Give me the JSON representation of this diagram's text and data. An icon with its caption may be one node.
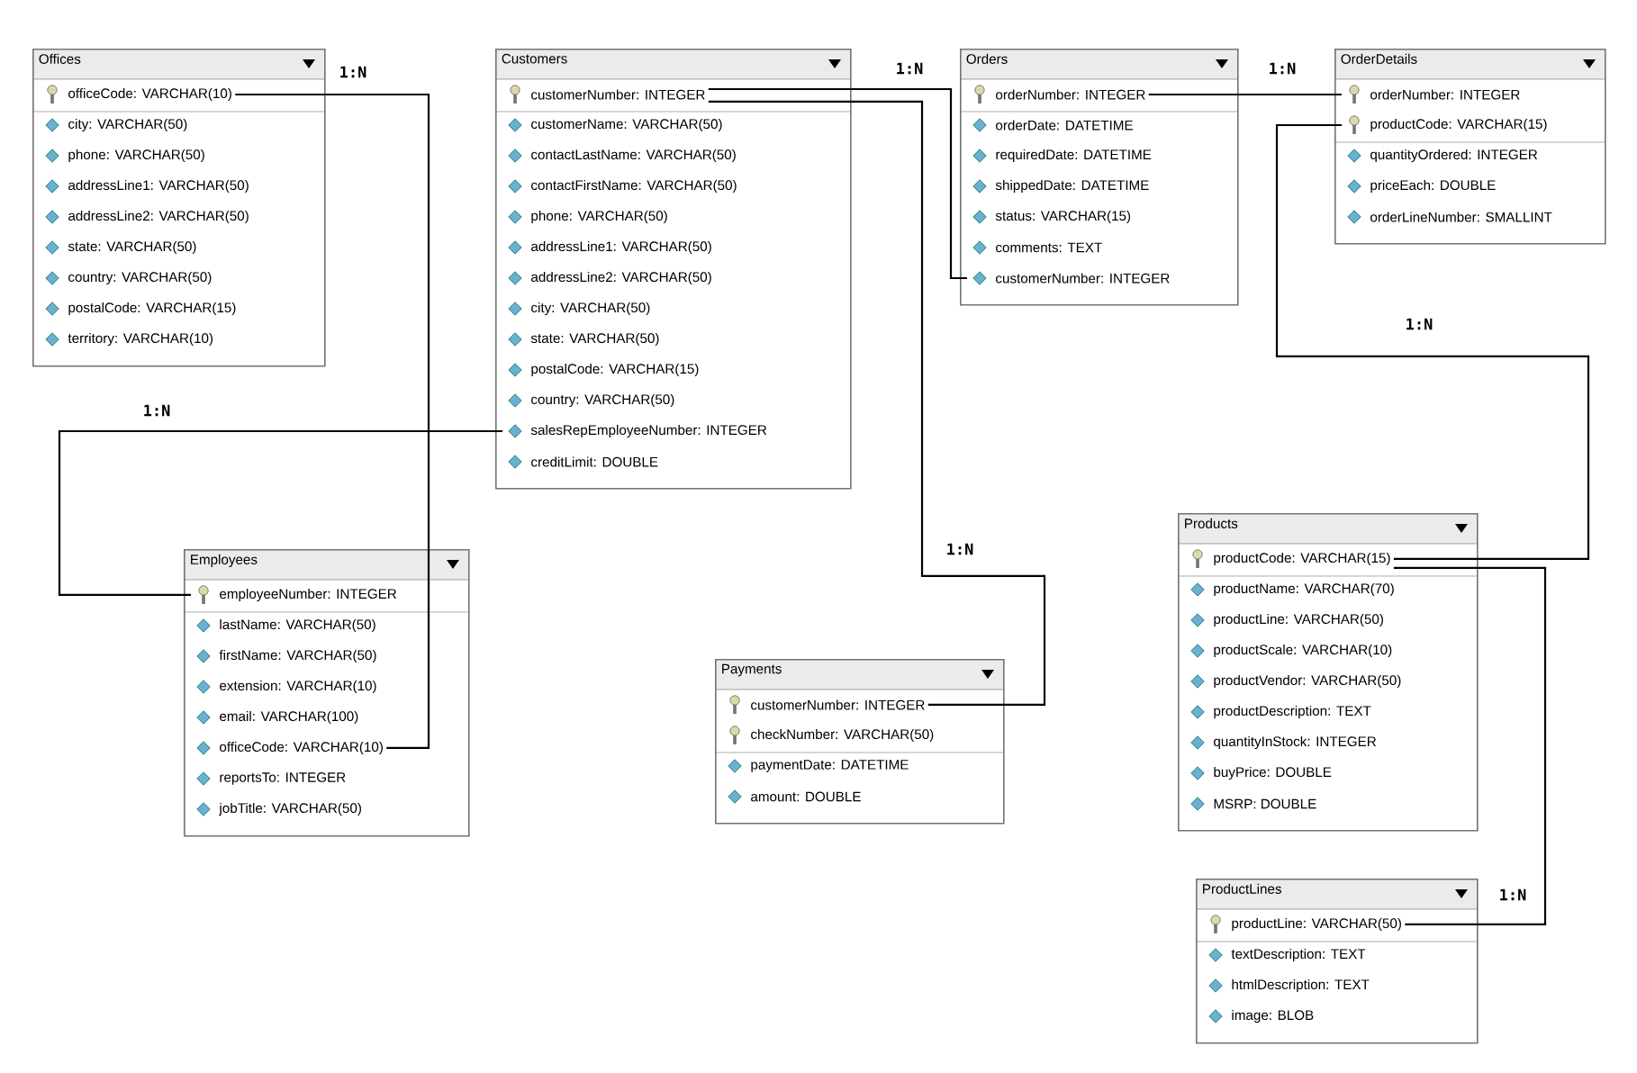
{
  "diagram": {
    "nodes": [
      {
        "text": [
          "Offices"
        ]
      },
      {
        "text": [
          "officeCode: VARCHAR(10)"
        ],
        "in": 0
      },
      {
        "text": [
          "city: VARCHAR(50)"
        ],
        "in": 0
      },
      {
        "text": [
          "phone: VARCHAR(50)"
        ],
        "in": 0
      },
      {
        "text": [
          "addressLine1: VARCHAR(50)"
        ],
        "in": 0
      },
      {
        "text": [
          "addressLine2: VARCHAR(50)"
        ],
        "in": 0
      },
      {
        "text": [
          "state: VARCHAR(50)"
        ],
        "in": 0
      },
      {
        "text": [
          "country: VARCHAR(50)"
        ],
        "in": 0
      },
      {
        "text": [
          "postalCode: VARCHAR(15)"
        ],
        "in": 0
      },
      {
        "text": [
          "territory: VARCHAR(10)"
        ],
        "in": 0
      },
      {
        "text": [
          "Customers"
        ]
      },
      {
        "text": [
          "customerNumber: INTEGER"
        ],
        "in": 10
      },
      {
        "text": [
          "customerName: VARCHAR(50)"
        ],
        "in": 10
      },
      {
        "text": [
          "contactLastName: VARCHAR(50)"
        ],
        "in": 10
      },
      {
        "text": [
          "contactFirstName: VARCHAR(50)"
        ],
        "in": 10
      },
      {
        "text": [
          "phone: VARCHAR(50)"
        ],
        "in": 10
      },
      {
        "text": [
          "addressLine1: VARCHAR(50)"
        ],
        "in": 10
      },
      {
        "text": [
          "addressLine2: VARCHAR(50)"
        ],
        "in": 10
      },
      {
        "text": [
          "city: VARCHAR(50)"
        ],
        "in": 10
      },
      {
        "text": [
          "state: VARCHAR(50)"
        ],
        "in": 10
      },
      {
        "text": [
          "postalCode: VARCHAR(15)"
        ],
        "in": 10
      },
      {
        "text": [
          "country: VARCHAR(50)"
        ],
        "in": 10
      },
      {
        "text": [
          "salesRepEmployeeNumber: INTEGER"
        ],
        "in": 10
      },
      {
        "text": [
          "creditLimit: DOUBLE"
        ],
        "in": 10
      },
      {
        "text": [
          "Orders"
        ]
      },
      {
        "text": [
          "orderNumber: INTEGER"
        ],
        "in": 24
      },
      {
        "text": [
          "orderDate: DATETIME"
        ],
        "in": 24
      },
      {
        "text": [
          "requiredDate: DATETIME"
        ],
        "in": 24
      },
      {
        "text": [
          "shippedDate: DATETIME"
        ],
        "in": 24
      },
      {
        "text": [
          "status: VARCHAR(15)"
        ],
        "in": 24
      },
      {
        "text": [
          "comments: TEXT"
        ],
        "in": 24
      },
      {
        "text": [
          "customerNumber: INTEGER"
        ],
        "in": 24
      },
      {
        "text": [
          "OrderDetails"
        ]
      },
      {
        "text": [
          "orderNumber: INTEGER"
        ],
        "in": 32
      },
      {
        "text": [
          "productCode: VARCHAR(15)"
        ],
        "in": 32
      },
      {
        "text": [
          "quantityOrdered: INTEGER"
        ],
        "in": 32
      },
      {
        "text": [
          "priceEach: DOUBLE"
        ],
        "in": 32
      },
      {
        "text": [
          "orderLineNumber: SMALLINT"
        ],
        "in": 32
      },
      {
        "text": [
          "Employees"
        ]
      },
      {
        "text": [
          "employeeNumber: INTEGER"
        ],
        "in": 38
      },
      {
        "text": [
          "lastName: VARCHAR(50)"
        ],
        "in": 38
      },
      {
        "text": [
          "firstName: VARCHAR(50)"
        ],
        "in": 38
      },
      {
        "text": [
          "extension: VARCHAR(10)"
        ],
        "in": 38
      },
      {
        "text": [
          "email: VARCHAR(100)"
        ],
        "in": 38
      },
      {
        "text": [
          "officeCode: VARCHAR(10)"
        ],
        "in": 38
      },
      {
        "text": [
          "reportsTo: INTEGER"
        ],
        "in": 38
      },
      {
        "text": [
          "jobTitle: VARCHAR(50)"
        ],
        "in": 38
      },
      {
        "text": [
          "Payments"
        ]
      },
      {
        "text": [
          "customerNumber: INTEGER"
        ],
        "in": 47
      },
      {
        "text": [
          "checkNumber: VARCHAR(50)"
        ],
        "in": 47
      },
      {
        "text": [
          "paymentDate: DATETIME"
        ],
        "in": 47
      },
      {
        "text": [
          "amount: DOUBLE"
        ],
        "in": 47
      },
      {
        "text": [
          "Products"
        ]
      },
      {
        "text": [
          "productCode: VARCHAR(15)"
        ],
        "in": 52
      },
      {
        "text": [
          "productName: VARCHAR(70)"
        ],
        "in": 52
      },
      {
        "text": [
          "productLine: VARCHAR(50)"
        ],
        "in": 52
      },
      {
        "text": [
          "productScale: VARCHAR(10)"
        ],
        "in": 52
      },
      {
        "text": [
          "productVendor: VARCHAR(50)"
        ],
        "in": 52
      },
      {
        "text": [
          "productDescription: TEXT"
        ],
        "in": 52
      },
      {
        "text": [
          "quantityInStock: INTEGER"
        ],
        "in": 52
      },
      {
        "text": [
          "buyPrice: DOUBLE"
        ],
        "in": 52
      },
      {
        "text": [
          "MSRP: DOUBLE"
        ],
        "in": 52
      },
      {
        "text": [
          "ProductLines"
        ]
      },
      {
        "text": [
          "productLine: VARCHAR(50)"
        ],
        "in": 62
      },
      {
        "text": [
          "textDescription: TEXT"
        ],
        "in": 62
      },
      {
        "text": [
          "htmlDescription: TEXT"
        ],
        "in": 62
      },
      {
        "text": [
          "image: BLOB"
        ],
        "in": 62
      }
    ],
    "edges": [
      {
        "from": 1,
        "to": 44,
        "arrow": "none",
        "label": "1:N"
      },
      {
        "from": 39,
        "to": 22,
        "arrow": "none",
        "label": "1:N"
      },
      {
        "from": 11,
        "to": 31,
        "arrow": "none",
        "label": "1:N"
      },
      {
        "from": 11,
        "to": 48,
        "arrow": "none",
        "label": "1:N"
      },
      {
        "from": 25,
        "to": 33,
        "arrow": "none",
        "label": "1:N"
      },
      {
        "from": 53,
        "to": 34,
        "arrow": "none",
        "label": "1:N"
      },
      {
        "from": 63,
        "to": 53,
        "arrow": "none",
        "label": "1:N"
      }
    ]
  }
}
